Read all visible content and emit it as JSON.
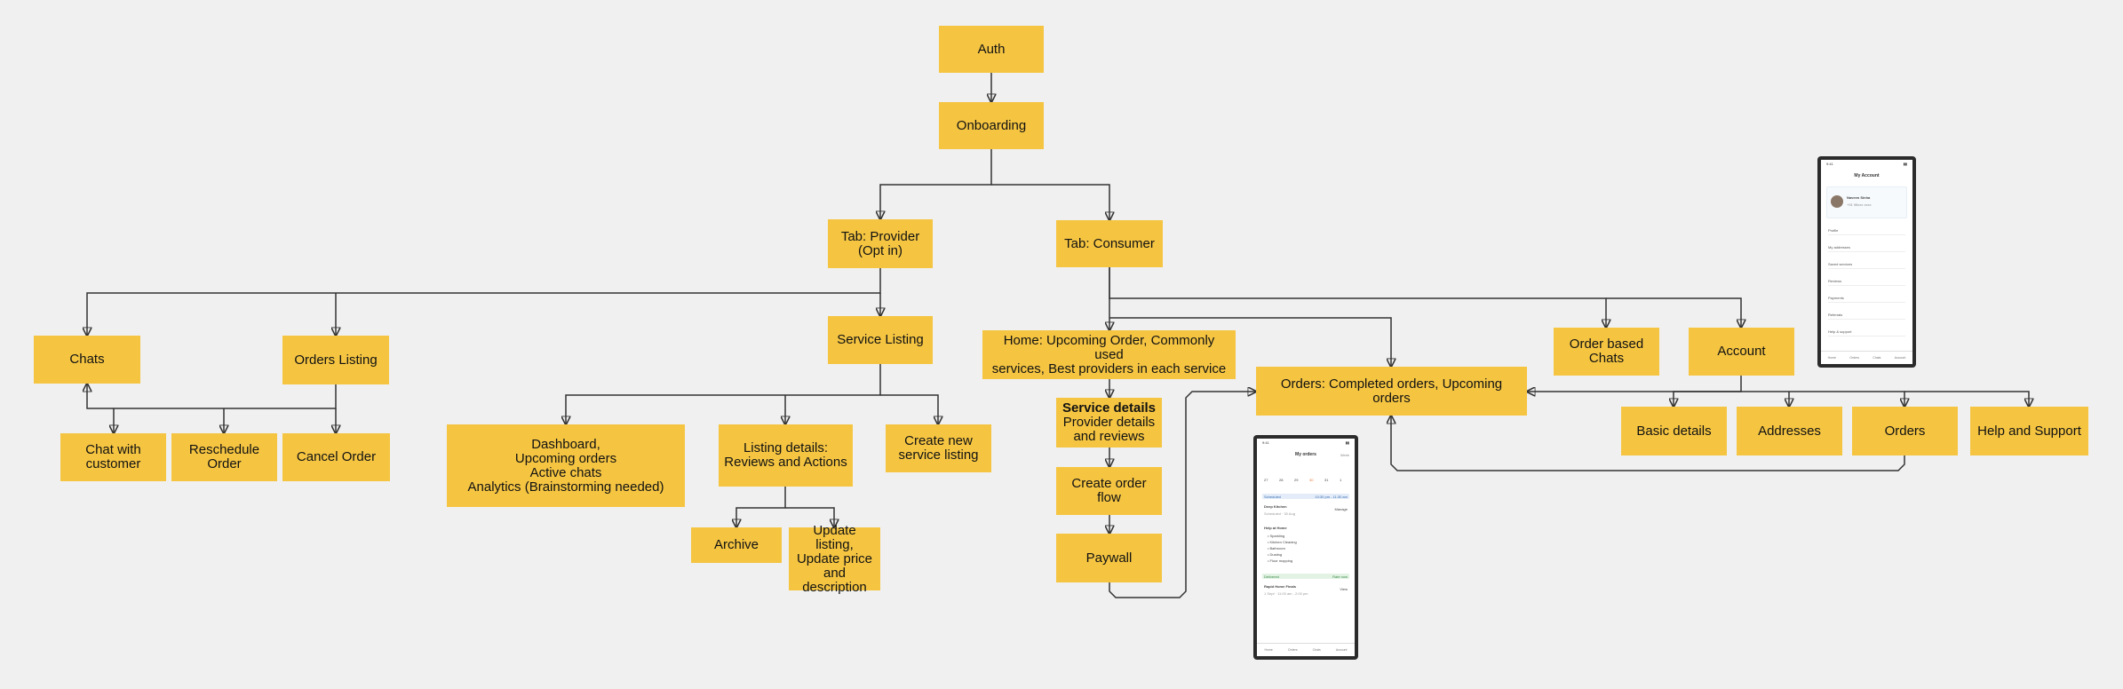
{
  "nodes": {
    "auth": {
      "lines": [
        "Auth"
      ]
    },
    "onboarding": {
      "lines": [
        "Onboarding"
      ]
    },
    "provider": {
      "lines": [
        "Tab: Provider",
        "(Opt in)"
      ]
    },
    "consumer": {
      "lines": [
        "Tab: Consumer"
      ]
    },
    "chats": {
      "lines": [
        "Chats"
      ]
    },
    "orders_listing": {
      "lines": [
        "Orders Listing"
      ]
    },
    "service_listing": {
      "lines": [
        "Service Listing"
      ]
    },
    "chat_customer": {
      "lines": [
        "Chat with",
        "customer"
      ]
    },
    "reschedule": {
      "lines": [
        "Reschedule",
        "Order"
      ]
    },
    "cancel_order": {
      "lines": [
        "Cancel Order"
      ]
    },
    "dashboard": {
      "lines": [
        "Dashboard,",
        "Upcoming orders",
        "Active chats",
        "Analytics (Brainstorming needed)"
      ]
    },
    "listing_details": {
      "lines": [
        "Listing details:",
        "Reviews and Actions"
      ]
    },
    "create_listing": {
      "lines": [
        "Create new",
        "service listing"
      ]
    },
    "archive": {
      "lines": [
        "Archive"
      ]
    },
    "update_listing": {
      "lines": [
        "Update listing,",
        "Update price",
        "and",
        "description"
      ]
    },
    "home": {
      "lines": [
        "Home: Upcoming Order, Commonly used",
        "services, Best providers in each service"
      ]
    },
    "service_details": {
      "lines": [
        "Service details",
        "Provider details",
        "and reviews"
      ]
    },
    "create_order": {
      "lines": [
        "Create order flow"
      ]
    },
    "paywall": {
      "lines": [
        "Paywall"
      ]
    },
    "orders_completed": {
      "lines": [
        "Orders: Completed orders, Upcoming orders"
      ]
    },
    "order_chats": {
      "lines": [
        "Order based",
        "Chats"
      ]
    },
    "account": {
      "lines": [
        "Account"
      ]
    },
    "basic_details": {
      "lines": [
        "Basic details"
      ]
    },
    "addresses": {
      "lines": [
        "Addresses"
      ]
    },
    "orders": {
      "lines": [
        "Orders"
      ]
    },
    "help_support": {
      "lines": [
        "Help and Support"
      ]
    }
  },
  "edges": [
    [
      "auth",
      "onboarding"
    ],
    [
      "onboarding",
      "provider"
    ],
    [
      "onboarding",
      "consumer"
    ],
    [
      "provider",
      "chats"
    ],
    [
      "provider",
      "orders_listing"
    ],
    [
      "provider",
      "service_listing"
    ],
    [
      "orders_listing",
      "chat_customer"
    ],
    [
      "orders_listing",
      "reschedule"
    ],
    [
      "orders_listing",
      "cancel_order"
    ],
    [
      "orders_listing",
      "chats"
    ],
    [
      "service_listing",
      "dashboard"
    ],
    [
      "service_listing",
      "listing_details"
    ],
    [
      "service_listing",
      "create_listing"
    ],
    [
      "listing_details",
      "archive"
    ],
    [
      "listing_details",
      "update_listing"
    ],
    [
      "consumer",
      "home"
    ],
    [
      "consumer",
      "orders_completed"
    ],
    [
      "consumer",
      "order_chats"
    ],
    [
      "consumer",
      "account"
    ],
    [
      "home",
      "service_details"
    ],
    [
      "service_details",
      "create_order"
    ],
    [
      "create_order",
      "paywall"
    ],
    [
      "paywall",
      "orders_completed"
    ],
    [
      "account",
      "orders_completed"
    ],
    [
      "account",
      "basic_details"
    ],
    [
      "account",
      "addresses"
    ],
    [
      "account",
      "orders"
    ],
    [
      "account",
      "help_support"
    ],
    [
      "orders",
      "orders_completed"
    ]
  ],
  "phone_account": {
    "time": "9:41",
    "title": "My Account",
    "user_name": "Naveen Sinha",
    "user_sub": "+91 98xxx xxxx",
    "menu": [
      "Profile",
      "My addresses",
      "Saved services",
      "Reviews",
      "Payments",
      "Referrals",
      "Help & support"
    ],
    "tabs": [
      "Home",
      "Orders",
      "Chats",
      "Account"
    ]
  },
  "phone_orders": {
    "time": "9:41",
    "title": "My orders",
    "filter": "Week",
    "dates": [
      "27",
      "28",
      "29",
      "30",
      "31",
      "1"
    ],
    "band1_left": "Scheduled",
    "band1_right": "10:30 pm - 11:30 am",
    "order1_title": "Deep Kitchen",
    "order1_sub": "Scheduled · 30 Aug",
    "order1_action": "Manage",
    "section": "Help at Home",
    "bullets": [
      "Sparkling",
      "Kitchen Cleaning",
      "Bathroom",
      "Dusting",
      "Floor mopping"
    ],
    "band2_left": "Delivered",
    "band2_right": "Rate now",
    "order2_title": "Rapid Home Finals",
    "order2_sub": "1 Sept · 11:00 am - 2:00 pm",
    "order2_action": "View",
    "tabs": [
      "Home",
      "Orders",
      "Chats",
      "Account"
    ]
  }
}
